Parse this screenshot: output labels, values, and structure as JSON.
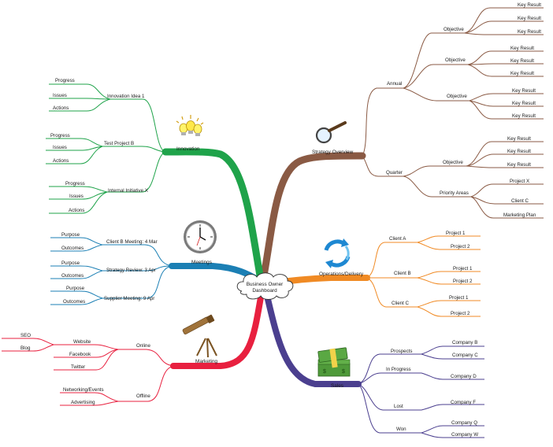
{
  "center": {
    "line1": "Business Owner",
    "line2": "Dashboard"
  },
  "colors": {
    "strategy": "#8a5a44",
    "operations": "#f08a24",
    "sales": "#4b3f8f",
    "marketing": "#e8203f",
    "meetings": "#1b7fb4",
    "innovation": "#1fa34a"
  },
  "branches": {
    "strategy": {
      "label": "Strategy Overview",
      "icon": "magnifying-glass-icon",
      "annual": {
        "label": "Annual",
        "objectives": [
          {
            "label": "Objective",
            "results": [
              "Key Result",
              "Key Result",
              "Key Result"
            ]
          },
          {
            "label": "Objective",
            "results": [
              "Key Result",
              "Key Result",
              "Key Result"
            ]
          },
          {
            "label": "Objective",
            "results": [
              "Key Result",
              "Key Result",
              "Key Result"
            ]
          }
        ]
      },
      "quarter": {
        "label": "Quarter",
        "objective": {
          "label": "Objective",
          "results": [
            "Key Result",
            "Key Result",
            "Key Result"
          ]
        },
        "priority": {
          "label": "Priority Areas",
          "items": [
            "Project X",
            "Client C",
            "Marketing Plan"
          ]
        }
      }
    },
    "operations": {
      "label": "Operations/Delivery",
      "icon": "recycle-arrows-icon",
      "clients": [
        {
          "label": "Client A",
          "projects": [
            "Project 1",
            "Project 2"
          ]
        },
        {
          "label": "Client B",
          "projects": [
            "Project 1",
            "Project 2"
          ]
        },
        {
          "label": "Client C",
          "projects": [
            "Project 1",
            "Project 2"
          ]
        }
      ]
    },
    "sales": {
      "label": "Sales",
      "icon": "money-stack-icon",
      "stages": [
        {
          "label": "Prospects",
          "companies": [
            "Company B",
            "Company C"
          ]
        },
        {
          "label": "In Progress",
          "companies": [
            "Company D"
          ]
        },
        {
          "label": "Lost",
          "companies": [
            "Company F"
          ]
        },
        {
          "label": "Won",
          "companies": [
            "Company Q",
            "Company W"
          ]
        }
      ]
    },
    "marketing": {
      "label": "Marketing",
      "icon": "telescope-icon",
      "online": {
        "label": "Online",
        "website": {
          "label": "Website",
          "items": [
            "SEO",
            "Blog"
          ]
        },
        "others": [
          "Facebook",
          "Twitter"
        ]
      },
      "offline": {
        "label": "Offline",
        "items": [
          "Networking/Events",
          "Advertising"
        ]
      }
    },
    "meetings": {
      "label": "Meetings",
      "icon": "clock-icon",
      "items": [
        {
          "label": "Client B Meeting: 4 Mar",
          "subs": [
            "Purpose",
            "Outcomes"
          ]
        },
        {
          "label": "Strategy Review: 3 Apr",
          "subs": [
            "Purpose",
            "Outcomes"
          ]
        },
        {
          "label": "Supplier Meeting: 9 Apr",
          "subs": [
            "Purpose",
            "Outcomes"
          ]
        }
      ]
    },
    "innovation": {
      "label": "Innovation",
      "icon": "light-bulbs-icon",
      "items": [
        {
          "label": "Innovation Idea 1",
          "subs": [
            "Progress",
            "Issues",
            "Actions"
          ]
        },
        {
          "label": "Test Project B",
          "subs": [
            "Progress",
            "Issues",
            "Actions"
          ]
        },
        {
          "label": "Internal Initiative X",
          "subs": [
            "Progress",
            "Issues",
            "Actions"
          ]
        }
      ]
    }
  }
}
